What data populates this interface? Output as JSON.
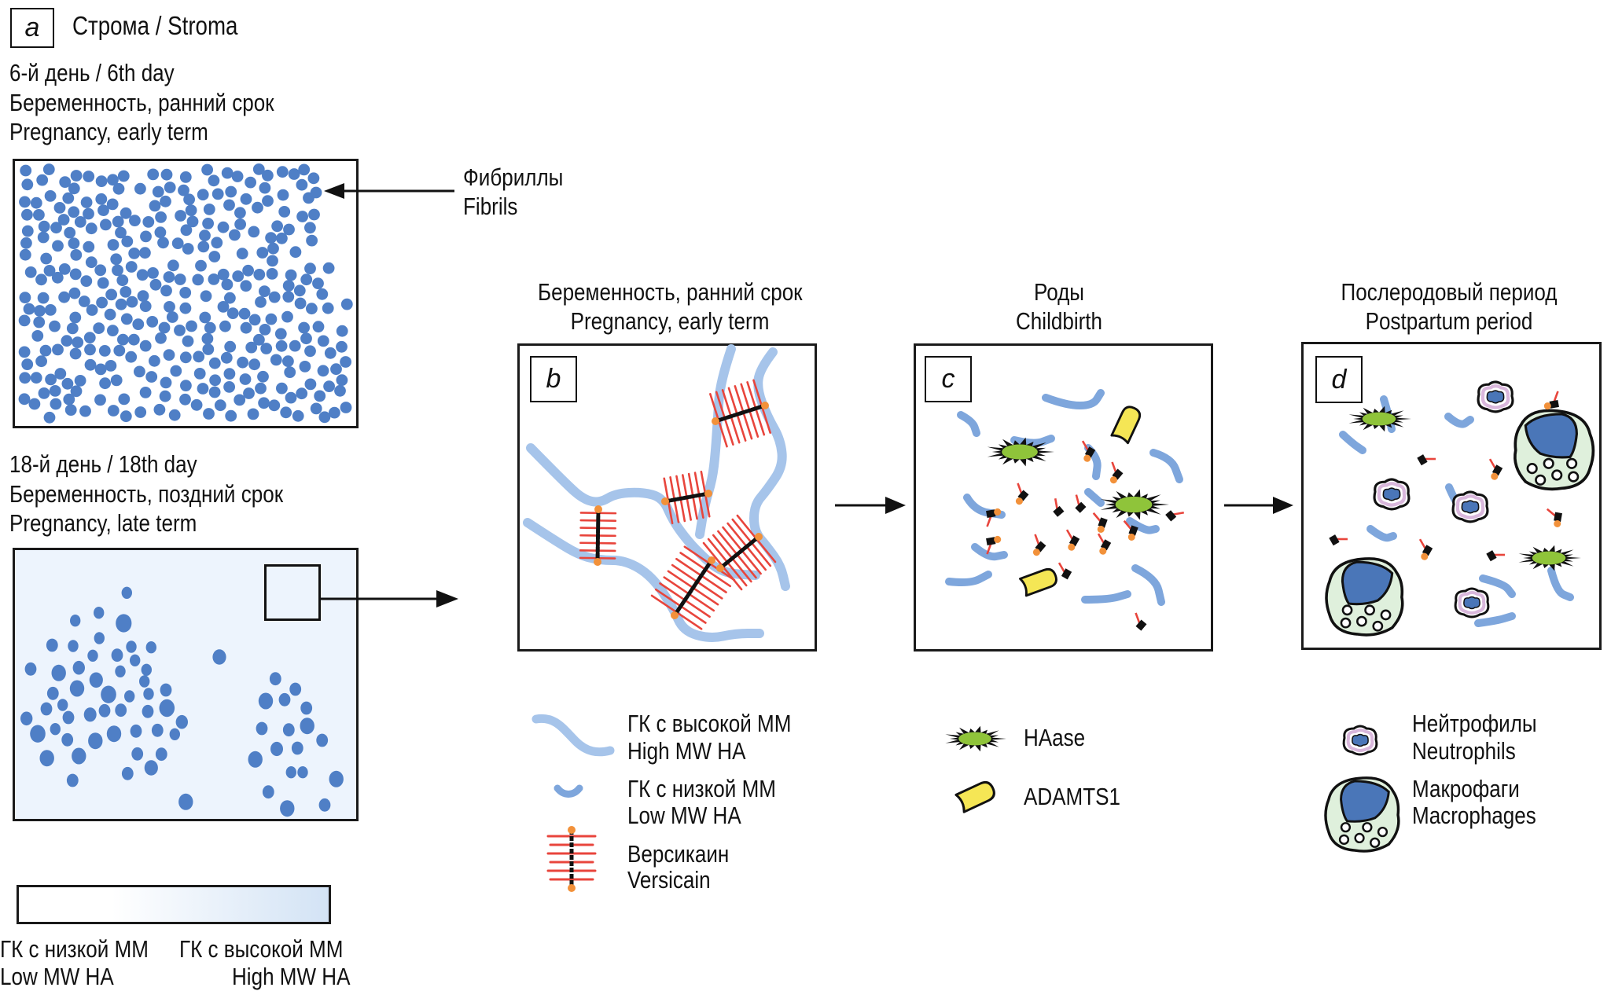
{
  "panel_a": {
    "letter": "a",
    "title": "Строма / Stroma",
    "early": {
      "day": "6-й день / 6th day",
      "stage_ru": "Беременность, ранний срок",
      "stage_en": "Pregnancy, early term"
    },
    "fibrils_label_ru": "Фибриллы",
    "fibrils_label_en": "Fibrils",
    "late": {
      "day": "18-й день / 18th day",
      "stage_ru": "Беременность, поздний срок",
      "stage_en": "Pregnancy, late term"
    },
    "gradient": {
      "low_ru": "ГК с низкой ММ",
      "low_en": "Low MW HA",
      "high_ru": "ГК с высокой ММ",
      "high_en": "High MW HA",
      "color_low": "#ffffff",
      "color_high": "#d3e3f5"
    }
  },
  "panel_b": {
    "letter": "b",
    "title_ru": "Беременность, ранний срок",
    "title_en": "Pregnancy, early term"
  },
  "panel_c": {
    "letter": "c",
    "title_ru": "Роды",
    "title_en": "Childbirth"
  },
  "panel_d": {
    "letter": "d",
    "title_ru": "Послеродовый период",
    "title_en": "Postpartum period"
  },
  "legend": {
    "high_mw_ha": {
      "ru": "ГК с высокой ММ",
      "en": "High MW HA",
      "icon": "high-mw-ha-strand"
    },
    "low_mw_ha": {
      "ru": "ГК с низкой ММ",
      "en": "Low MW HA",
      "icon": "low-mw-ha-fragment"
    },
    "versican": {
      "ru": "Версикаин",
      "en": "Versicain",
      "icon": "versican-bristle"
    },
    "haase": {
      "label": "HAase",
      "icon": "haase-star"
    },
    "adamts1": {
      "label": "ADAMTS1",
      "icon": "adamts1-capsule"
    },
    "neutrophils": {
      "ru": "Нейтрофилы",
      "en": "Neutrophils",
      "icon": "neutrophil-cell"
    },
    "macrophages": {
      "ru": "Макрофаги",
      "en": "Macrophages",
      "icon": "macrophage-cell"
    }
  },
  "colors": {
    "fibril": "#4f7fc6",
    "ha_strand": "#a6c4ea",
    "ha_fragment": "#7ea6dc",
    "versican_bristle": "#e8453c",
    "versican_end": "#f2913a",
    "haase_fill": "#8fc43a",
    "adamts1_fill": "#f5e655",
    "macrophage_fill": "#dff0dc",
    "nucleus": "#4a76b8",
    "neutrophil_rim": "#d9b7dc",
    "late_panel_bg": "#edf4fd"
  }
}
